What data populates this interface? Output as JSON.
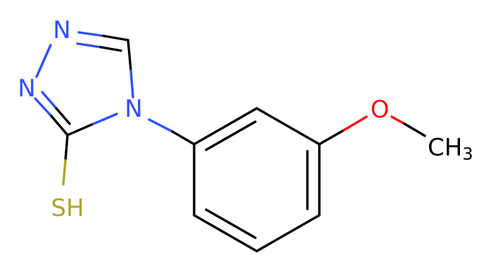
{
  "molecule": {
    "atoms": {
      "n1": "N",
      "n2": "N",
      "n4": "N",
      "sh": "SH",
      "o": "O",
      "ch3_main": "CH",
      "ch3_sub": "3"
    },
    "colors": {
      "nitrogen": "#3050F8",
      "sulfur": "#B2A22A",
      "oxygen": "#FF0D0D",
      "carbon": "#000000"
    }
  }
}
